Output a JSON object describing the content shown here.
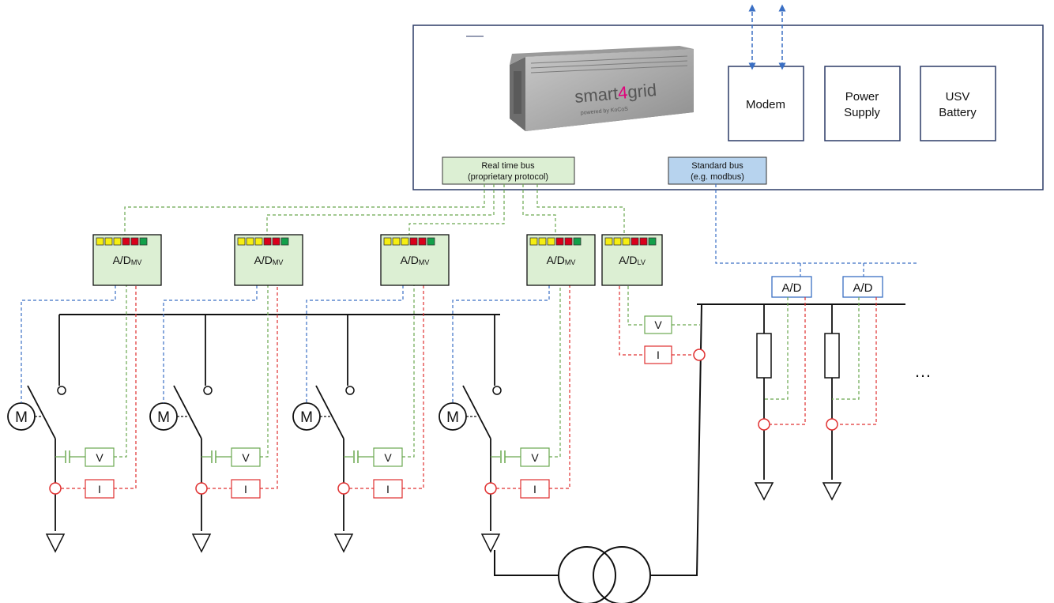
{
  "device": {
    "brand_main": "smart",
    "brand_digit": "4",
    "brand_tail": "grid",
    "brand_sub": "powered by KoCoS"
  },
  "control_panel": {
    "modem": "Modem",
    "power_supply": [
      "Power",
      "Supply"
    ],
    "usv_battery": [
      "USV",
      "Battery"
    ]
  },
  "buses": {
    "real_time": [
      "Real time bus",
      "(proprietary protocol)"
    ],
    "standard": [
      "Standard bus",
      "(e.g. modbus)"
    ]
  },
  "ad_units": [
    {
      "label": "A/D",
      "sub": "MV"
    },
    {
      "label": "A/D",
      "sub": "MV"
    },
    {
      "label": "A/D",
      "sub": "MV"
    },
    {
      "label": "A/D",
      "sub": "MV"
    },
    {
      "label": "A/D",
      "sub": "LV"
    }
  ],
  "lv_ad_units": [
    "A/D",
    "A/D"
  ],
  "led_colors": [
    "#f5ee12",
    "#f5ee12",
    "#f5ee12",
    "#d9001b",
    "#d9001b",
    "#12a04a"
  ],
  "motor_label": "M",
  "voltage_label": "V",
  "current_label": "I",
  "ellipsis": "…",
  "colors": {
    "green_line": "#6aa84f",
    "red_line": "#e03030",
    "blue_line": "#3a6fc4",
    "box_green_fill": "#dcefd3",
    "box_blue_fill": "#b7d3ee",
    "frame": "#2b3a67"
  }
}
